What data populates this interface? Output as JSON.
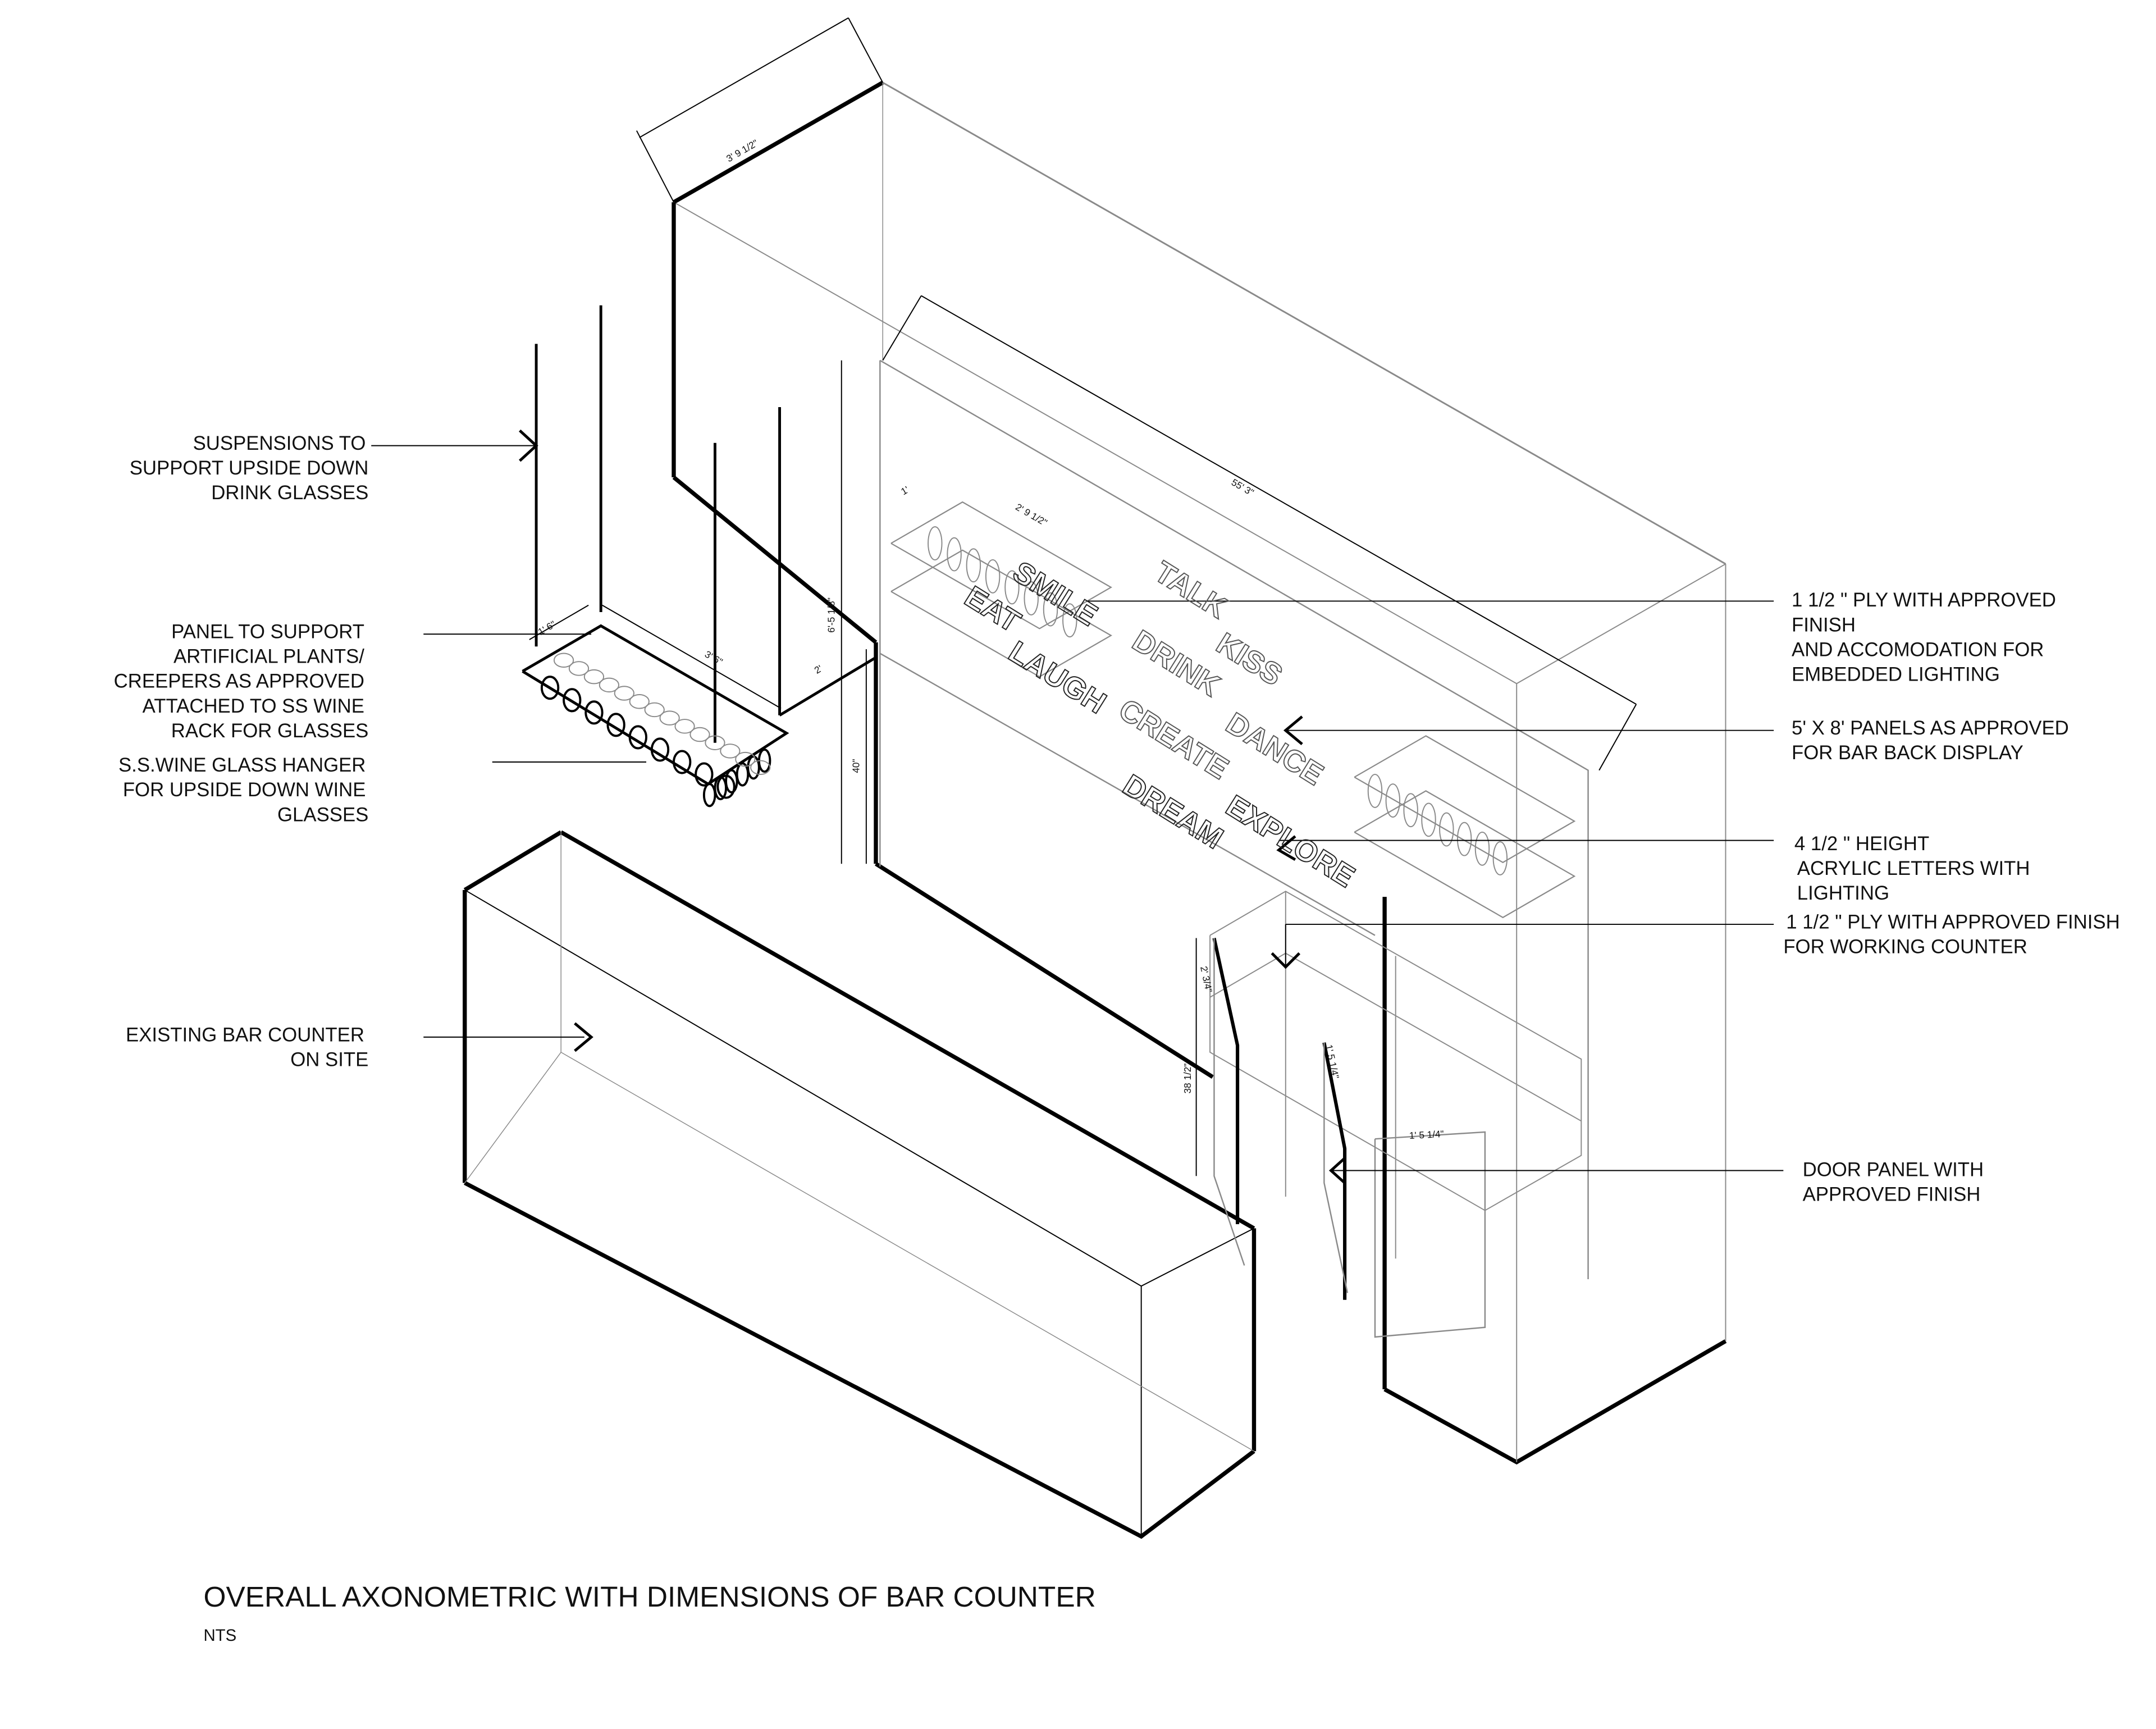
{
  "drawing": {
    "title": "OVERALL AXONOMETRIC WITH DIMENSIONS OF BAR COUNTER",
    "scale_note": "NTS"
  },
  "labels_left": {
    "suspensions": [
      "SUSPENSIONS TO",
      "SUPPORT UPSIDE DOWN",
      "DRINK GLASSES"
    ],
    "panel": [
      "PANEL TO SUPPORT",
      "ARTIFICIAL PLANTS/",
      "CREEPERS AS APPROVED",
      "ATTACHED TO SS WINE",
      "RACK FOR GLASSES"
    ],
    "hanger": [
      "S.S.WINE GLASS HANGER",
      "FOR UPSIDE DOWN WINE",
      "GLASSES"
    ],
    "counter": [
      "EXISTING BAR COUNTER",
      "ON SITE"
    ]
  },
  "labels_right": {
    "ply_shelf": [
      "1 1/2 \" PLY WITH APPROVED",
      "FINISH",
      "AND ACCOMODATION FOR",
      "EMBEDDED LIGHTING"
    ],
    "panels": [
      "5' X 8' PANELS AS APPROVED",
      "FOR BAR BACK DISPLAY"
    ],
    "letters": [
      "4 1/2 \" HEIGHT",
      "ACRYLIC LETTERS WITH",
      "LIGHTING"
    ],
    "ply_counter": [
      "1 1/2 \" PLY WITH APPROVED FINISH",
      "FOR WORKING COUNTER"
    ],
    "door": [
      "DOOR PANEL WITH",
      "APPROVED FINISH"
    ]
  },
  "dimensions": {
    "wall_depth": "3' 9 1/2\"",
    "wall_length": "55' 3\"",
    "shelf_depth": "1'",
    "shelf_length": "2' 9 1/2\"",
    "panel_height": "6'-5 1/8\"",
    "lower_height": "40\"",
    "rack_offset": "2'",
    "rack_length": "3' 6\"",
    "rack_width": "1' 6\"",
    "counter_height": "38 1/2\"",
    "door_left": "2' 3/4\"",
    "door_right": "1' 5 1/4\"",
    "door_bottom": "1' 5 1/4\""
  },
  "acrylic_words": [
    "TALK",
    "EAT",
    "SMILE",
    "DRINK",
    "KISS",
    "LAUGH",
    "CREATE",
    "DANCE",
    "DREAM",
    "EXPLORE"
  ],
  "colors": {
    "ink": "#000000",
    "hidden": "#8a8a8a"
  }
}
